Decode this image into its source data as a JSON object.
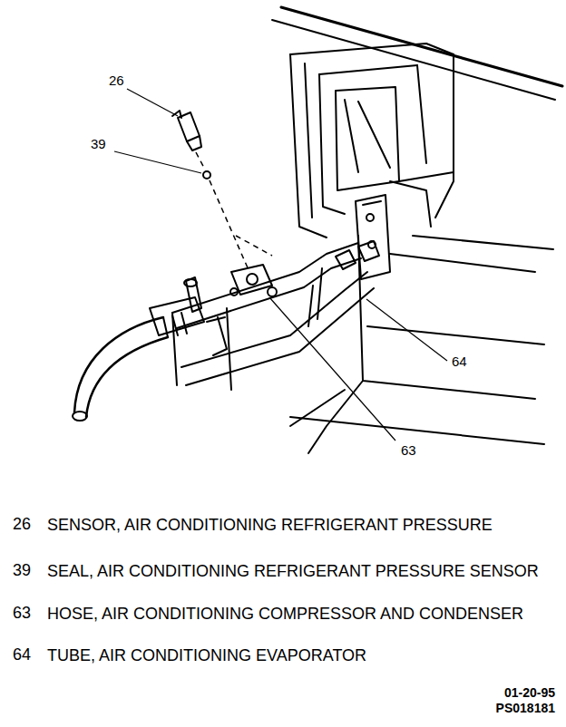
{
  "diagram": {
    "labels": [
      "26",
      "39",
      "64",
      "63",
      "26",
      "SENSOR, AIR CONDITIONING REFRIGERANT PRESSURE",
      "39",
      "SEAL, AIR CONDITIONING REFRIGERANT PRESSURE SENSOR",
      "63",
      "HOSE, AIR CONDITIONING COMPRESSOR AND CONDENSER",
      "64",
      "TUBE, AIR CONDITIONING EVAPORATOR",
      "01-20-95",
      "PS018181"
    ]
  }
}
